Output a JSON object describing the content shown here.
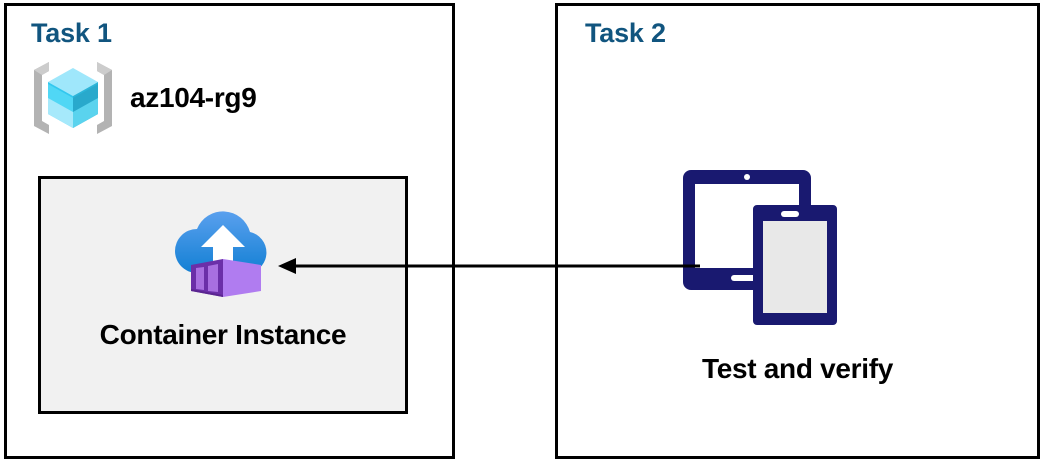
{
  "diagram": {
    "title": "Azure Container Instance task diagram",
    "background_color": "#ffffff",
    "accent_color": "#11557f",
    "border_color": "#000000",
    "panel_fill": "#f1f1f1",
    "devices_color": "#191970"
  },
  "task1": {
    "title": "Task 1",
    "resource_group": {
      "label": "az104-rg9",
      "icon": "resource-group-icon"
    },
    "container": {
      "label": "Container Instance",
      "icon": "container-instance-icon"
    }
  },
  "task2": {
    "title": "Task 2",
    "devices": {
      "label": "Test and verify",
      "icon": "devices-icon"
    }
  },
  "connector": {
    "name": "arrow-task2-to-task1",
    "direction": "right-to-left",
    "color": "#000000"
  }
}
